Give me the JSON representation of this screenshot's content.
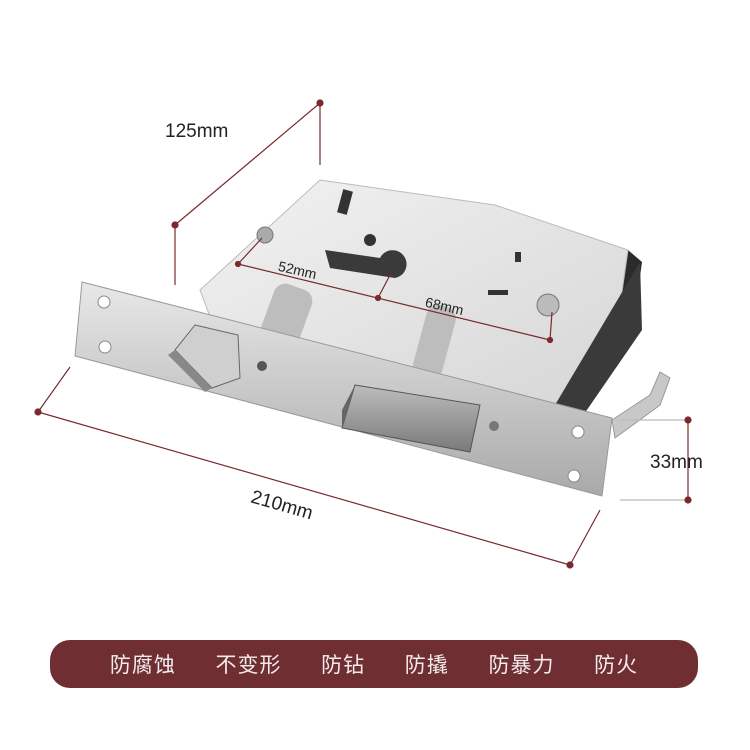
{
  "dimensions": {
    "depth": "125mm",
    "length": "210mm",
    "faceplate_width": "33mm",
    "spindle_to_cylinder": "52mm",
    "cylinder_to_screw": "68mm"
  },
  "features": [
    "防腐蚀",
    "不变形",
    "防钻",
    "防撬",
    "防暴力",
    "防火"
  ],
  "colors": {
    "accent": "#7a2a2e",
    "banner": "#6e2e32"
  }
}
